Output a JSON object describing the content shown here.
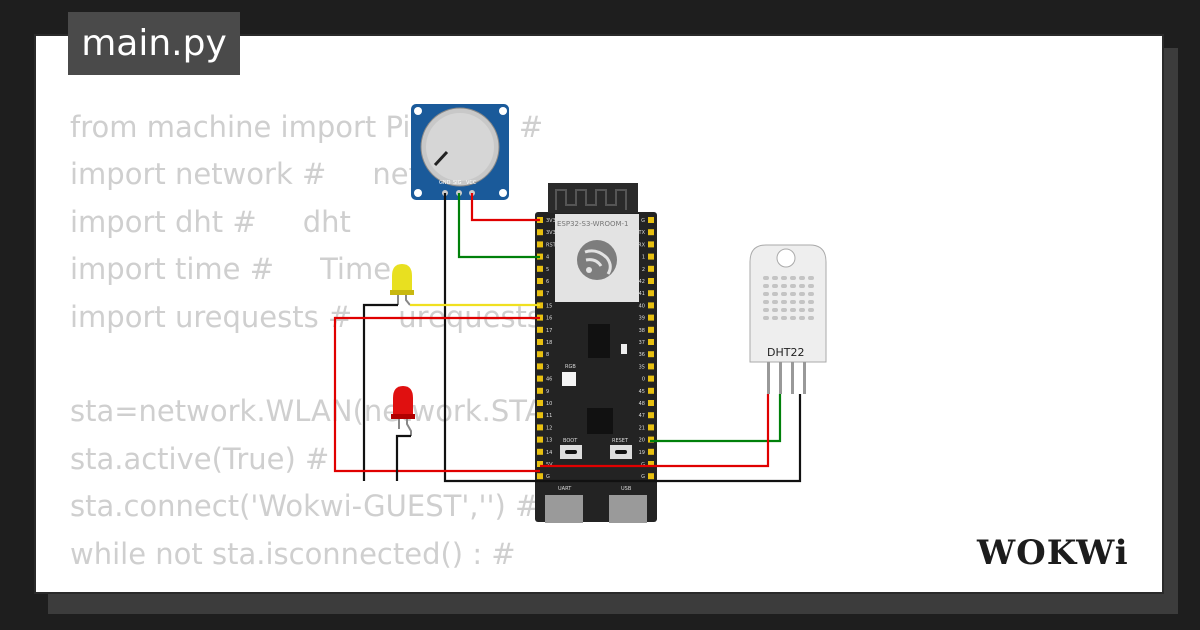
{
  "file_tab": {
    "label": "main.py"
  },
  "code_lines": [
    "from machine import Pin, ADC #",
    "import network #     network",
    "import dht #     dht",
    "import time #     Time",
    "import urequests #     urequests",
    "",
    "sta=network.WLAN(network.STA_IF) #",
    "sta.active(True) #",
    "sta.connect('Wokwi-GUEST','') #",
    "while not sta.isconnected() : #"
  ],
  "potentiometer": {
    "pins": [
      "GND",
      "SIG",
      "VCC"
    ]
  },
  "esp32": {
    "module_label": "ESP32-S3-WROOM-1",
    "left_pins": [
      "3V3",
      "3V3",
      "RST",
      "4",
      "5",
      "6",
      "7",
      "15",
      "16",
      "17",
      "18",
      "8",
      "3",
      "46",
      "9",
      "10",
      "11",
      "12",
      "13",
      "14",
      "5V",
      "G"
    ],
    "right_pins": [
      "G",
      "TX",
      "RX",
      "1",
      "2",
      "42",
      "41",
      "40",
      "39",
      "38",
      "37",
      "36",
      "35",
      "0",
      "45",
      "48",
      "47",
      "21",
      "20",
      "19",
      "G",
      "G"
    ],
    "rgb_label": "RGB",
    "boot_label": "BOOT",
    "reset_label": "RESET",
    "uart_label": "UART",
    "usb_label": "USB"
  },
  "dht22": {
    "label": "DHT22"
  },
  "brand": {
    "logo_text": "WOKWi"
  },
  "colors": {
    "wire_red": "#e00000",
    "wire_green": "#00800a",
    "wire_yellow": "#f0e020",
    "wire_black": "#111111",
    "pin_gold": "#e8c010"
  }
}
